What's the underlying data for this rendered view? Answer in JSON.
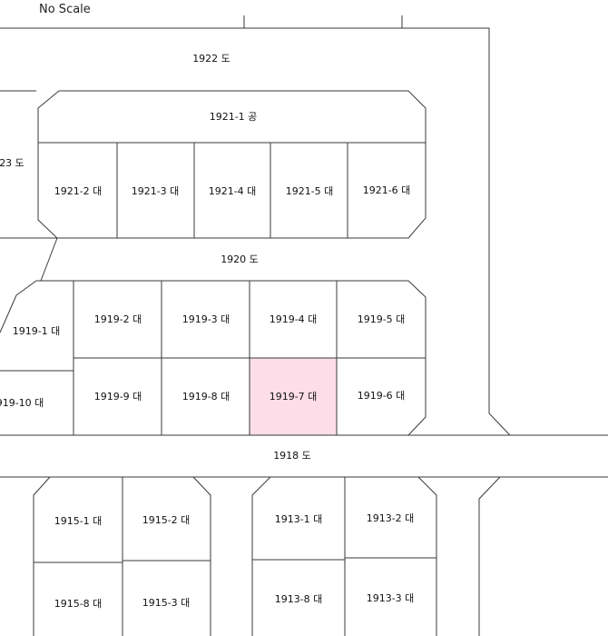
{
  "scale_note": "No Scale",
  "highlight_color": "#fcdde8",
  "parcels": {
    "p1922": "1922 도",
    "p1921_1": "1921-1 공",
    "p1923": "23 도",
    "p1921_2": "1921-2 대",
    "p1921_3": "1921-3 대",
    "p1921_4": "1921-4 대",
    "p1921_5": "1921-5 대",
    "p1921_6": "1921-6 대",
    "p1920": "1920 도",
    "p1919_1": "1919-1 대",
    "p1919_2": "1919-2 대",
    "p1919_3": "1919-3 대",
    "p1919_4": "1919-4 대",
    "p1919_5": "1919-5 대",
    "p1919_10": "919-10 대",
    "p1919_9": "1919-9 대",
    "p1919_8": "1919-8 대",
    "p1919_7": "1919-7 대",
    "p1919_6": "1919-6 대",
    "p1918": "1918 도",
    "p1915_1": "1915-1 대",
    "p1915_2": "1915-2 대",
    "p1913_1": "1913-1 대",
    "p1913_2": "1913-2 대",
    "p1915_8": "1915-8 대",
    "p1915_3": "1915-3 대",
    "p1913_8": "1913-8 대",
    "p1913_3": "1913-3 대"
  }
}
